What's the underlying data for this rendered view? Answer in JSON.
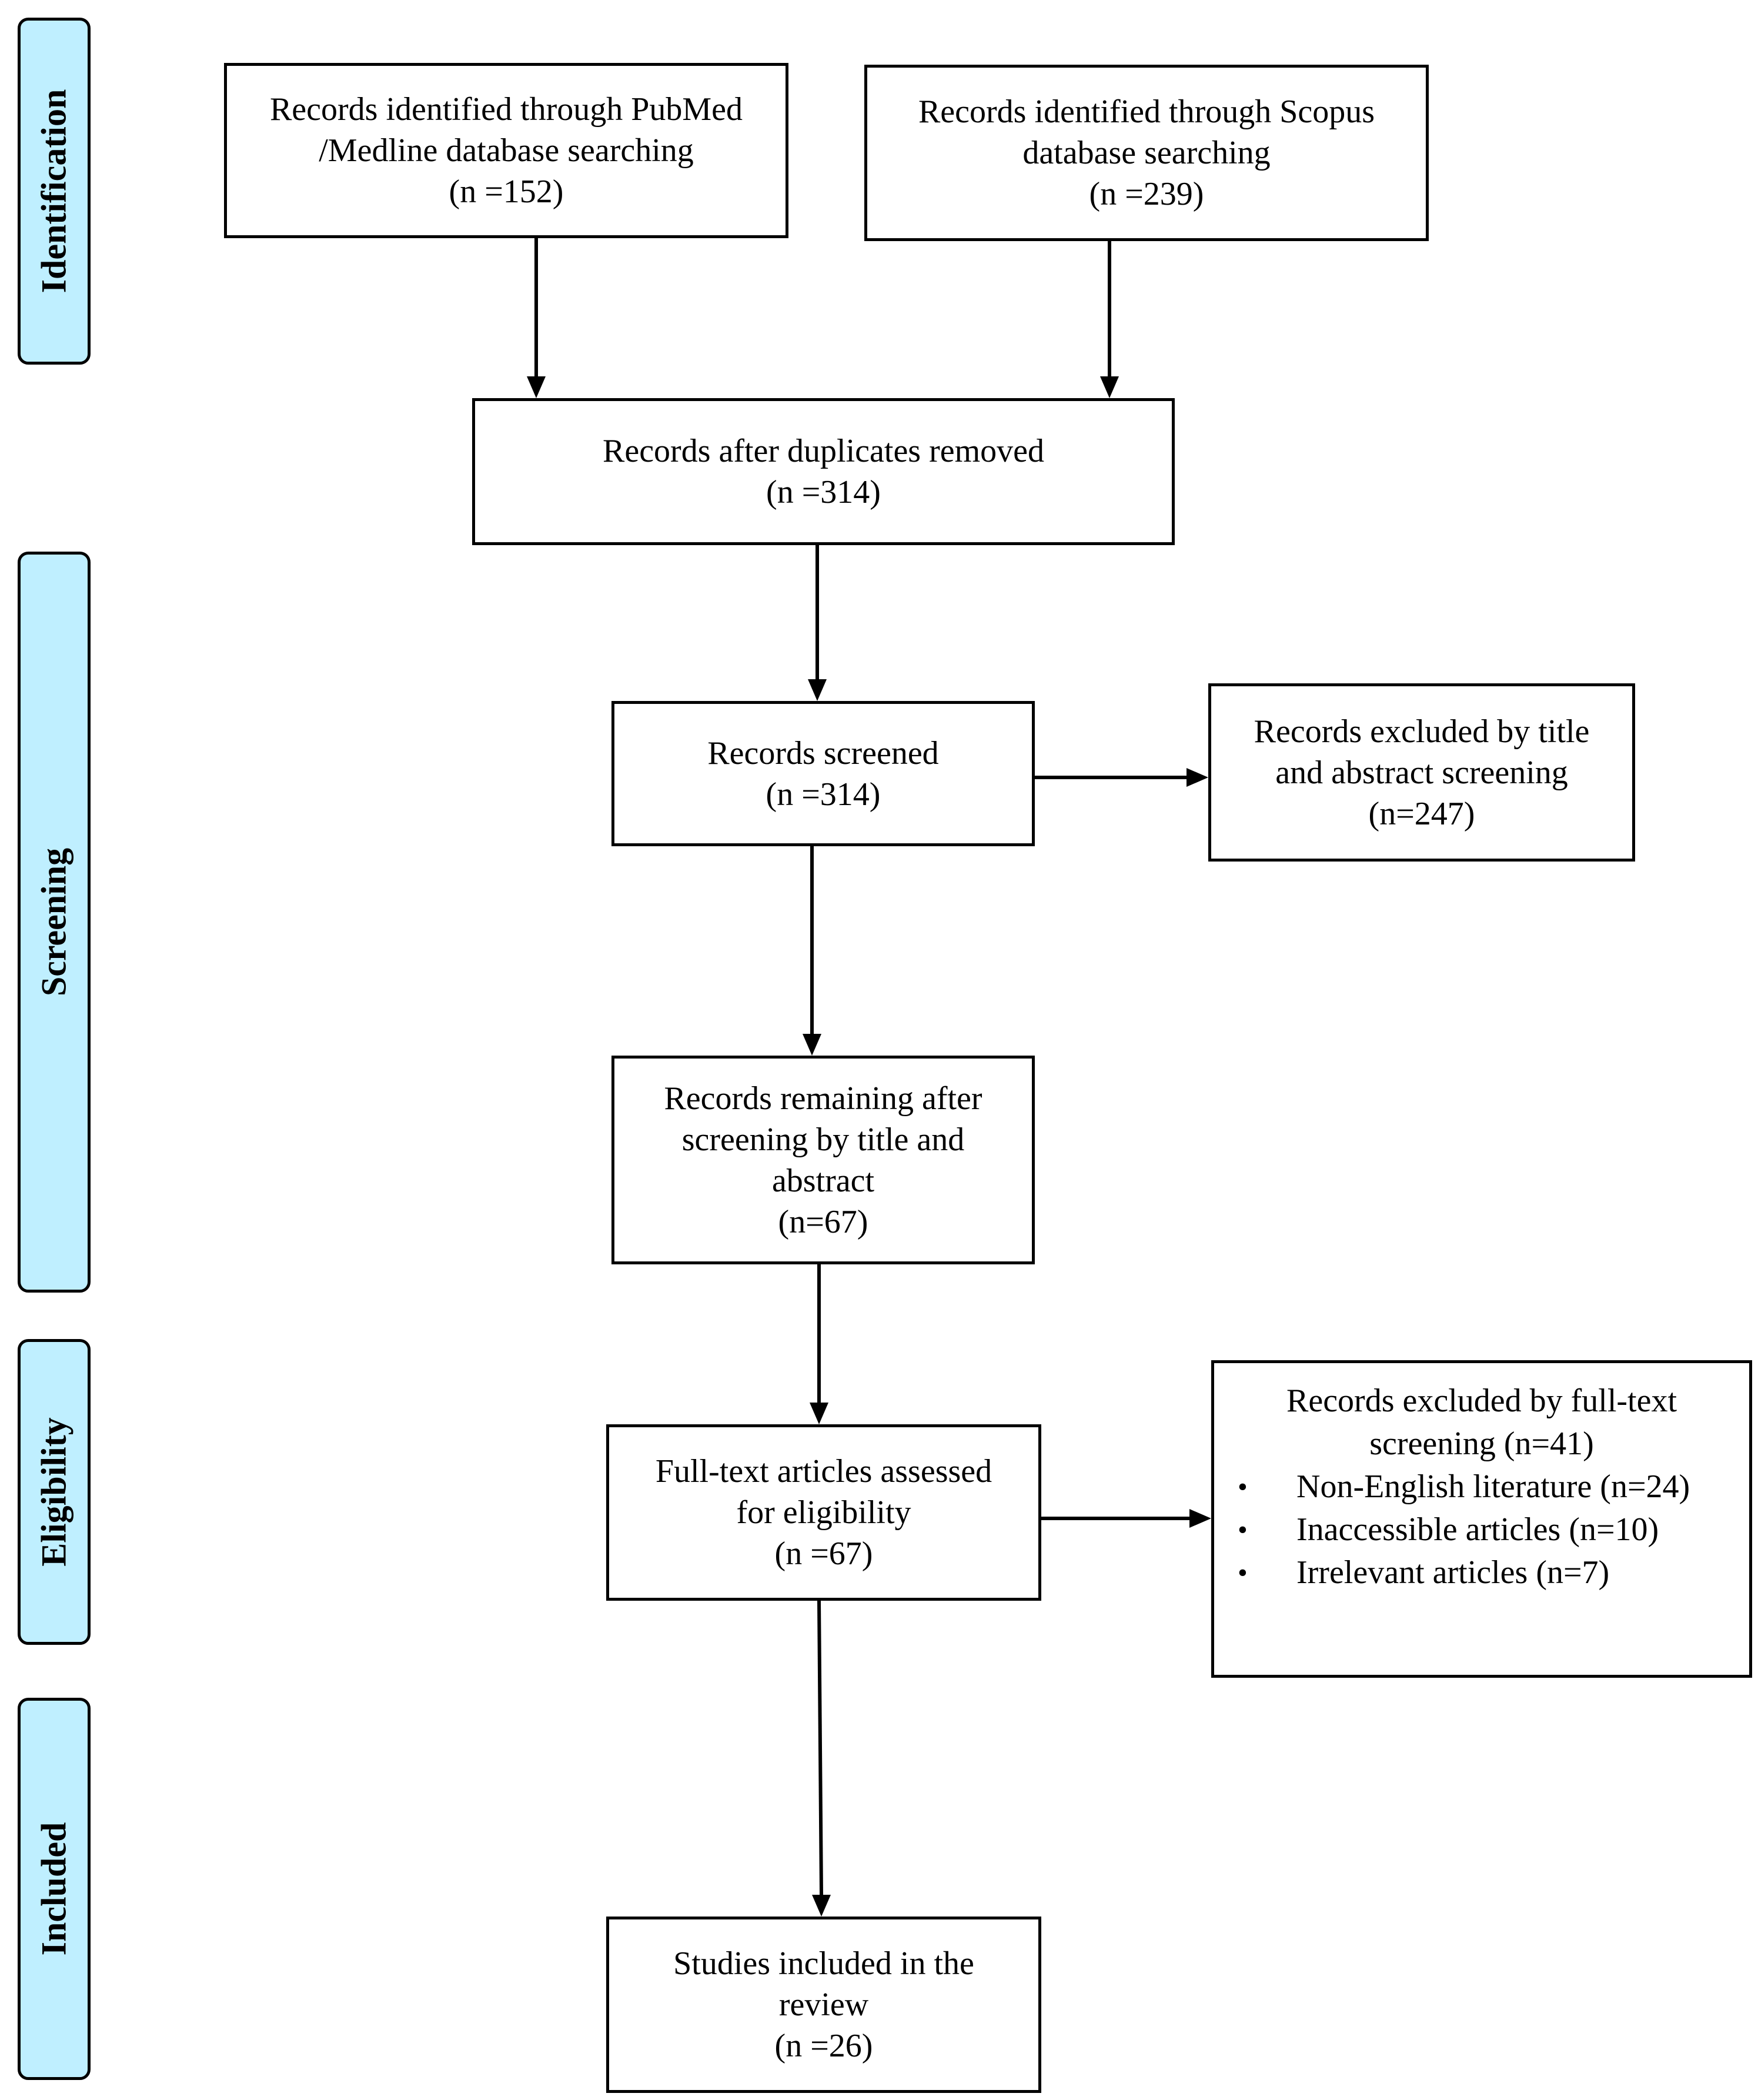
{
  "stages": {
    "identification": "Identification",
    "screening": "Screening",
    "eligibility": "Eligibility",
    "included": "Included"
  },
  "boxes": {
    "pubmed": {
      "line1": "Records identified through PubMed",
      "line2": "/Medline database searching",
      "line3": "(n =152)"
    },
    "scopus": {
      "line1": "Records identified through Scopus",
      "line2": "database searching",
      "line3": "(n =239)"
    },
    "duplicates_removed": {
      "line1": "Records after duplicates removed",
      "line2": "(n =314)"
    },
    "screened": {
      "line1": "Records screened",
      "line2": "(n =314)"
    },
    "excluded_title_abstract": {
      "line1": "Records excluded by title",
      "line2": "and abstract screening",
      "line3": "(n=247)"
    },
    "remaining": {
      "line1": "Records remaining after",
      "line2": "screening by title and",
      "line3": "abstract",
      "line4": "(n=67)"
    },
    "full_text": {
      "line1": "Full-text articles assessed",
      "line2": "for eligibility",
      "line3": "(n =67)"
    },
    "excluded_full_text": {
      "line1": "Records excluded by full-text",
      "line2": "screening (n=41)",
      "reasons": [
        "Non-English literature (n=24)",
        "Inaccessible articles (n=10)",
        "Irrelevant articles (n=7)"
      ]
    },
    "included": {
      "line1": "Studies included in the",
      "line2": "review",
      "line3": "(n =26)"
    }
  }
}
